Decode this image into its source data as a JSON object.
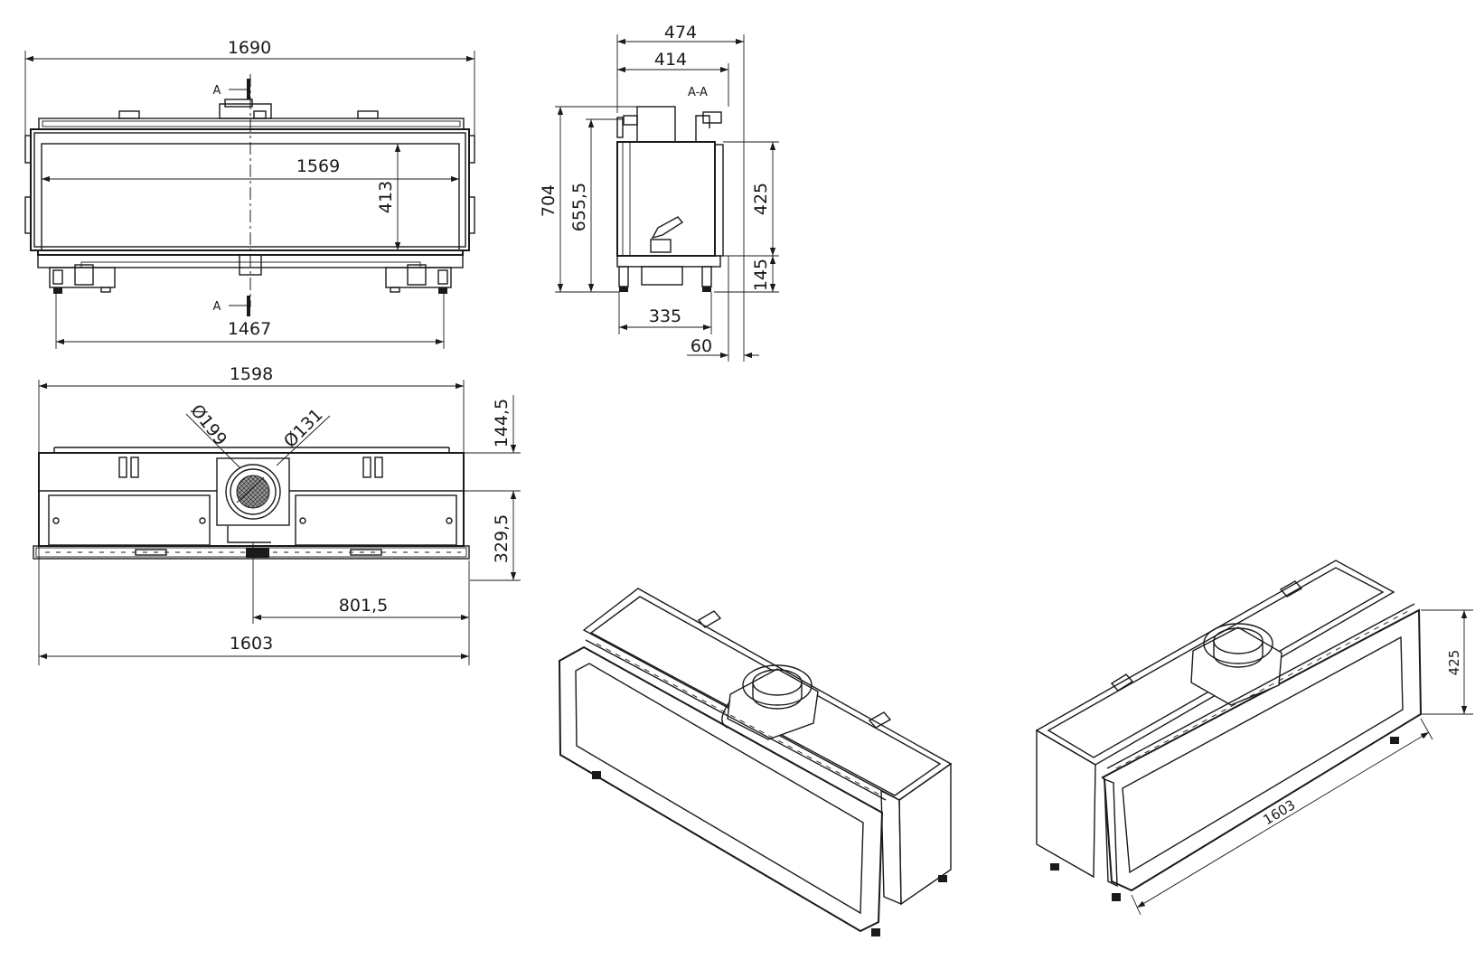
{
  "front_view": {
    "overall_width": "1690",
    "glass_width": "1569",
    "glass_height": "413",
    "feet_spacing": "1467",
    "section_mark": "A"
  },
  "section_view": {
    "title": "A-A",
    "overall_depth": "474",
    "body_depth": "414",
    "total_height": "704",
    "body_height": "655,5",
    "window_height": "425",
    "base_height": "145",
    "feet_depth": "335",
    "offset": "60"
  },
  "top_view": {
    "overall_width": "1598",
    "outer_diameter": "Ø199",
    "inner_diameter": "Ø131",
    "flue_offset_back": "144,5",
    "flue_offset_front": "329,5",
    "flue_offset_side": "801,5",
    "front_width": "1603"
  },
  "iso_right_view": {
    "height": "425",
    "width": "1603"
  }
}
